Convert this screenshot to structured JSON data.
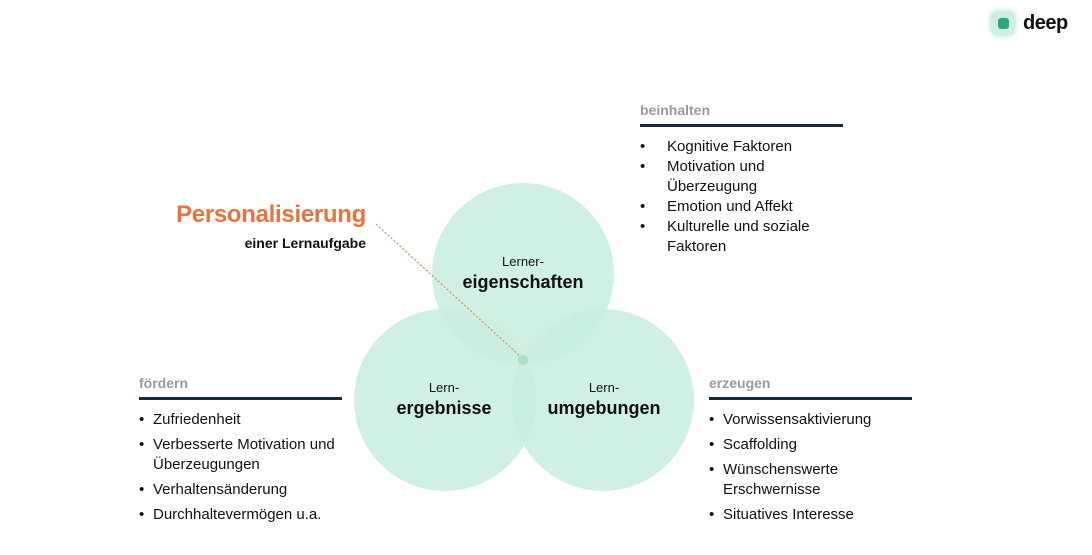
{
  "logo": {
    "text": "deep",
    "icon": "rounded-square-logo-icon",
    "color": "#2aa87f"
  },
  "headline": {
    "title": "Personalisierung",
    "subtitle": "einer Lernaufgabe",
    "color": "#e9733d"
  },
  "venn": {
    "fill": "#c9eddf",
    "circles": [
      {
        "small": "Lerner-",
        "big": "eigenschaften"
      },
      {
        "small": "Lern-",
        "big": "ergebnisse"
      },
      {
        "small": "Lern-",
        "big": "umgebungen"
      }
    ]
  },
  "groups": {
    "top": {
      "header": "beinhalten",
      "items": [
        "Kognitive Faktoren",
        "Motivation und Überzeugung",
        "Emotion und Affekt",
        "Kulturelle und soziale Faktoren"
      ]
    },
    "left": {
      "header": "fördern",
      "items": [
        "Zufriedenheit",
        "Verbesserte Motivation und Überzeugungen",
        "Verhaltensänderung",
        "Durchhaltevermögen u.a."
      ]
    },
    "right": {
      "header": "erzeugen",
      "items": [
        "Vorwissensaktivierung",
        "Scaffolding",
        "Wünschenswerte Erschwernisse",
        "Situatives Interesse"
      ]
    }
  }
}
